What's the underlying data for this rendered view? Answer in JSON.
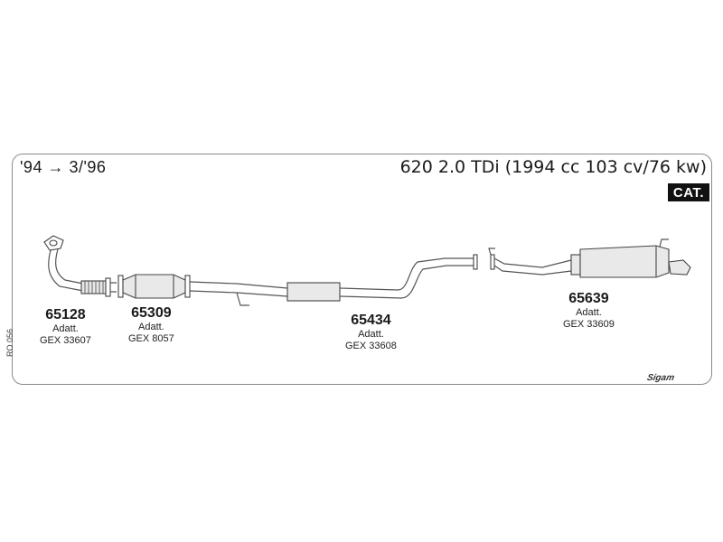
{
  "header": {
    "date_range": "'94 → 3/'96",
    "model": "620 2.0 TDi (1994 cc 103 cv/76 kw)",
    "cat_badge": "CAT."
  },
  "parts": [
    {
      "number": "65128",
      "note": "Adatt.",
      "ref": "GEX 33607"
    },
    {
      "number": "65309",
      "note": "Adatt.",
      "ref": "GEX 8057"
    },
    {
      "number": "65434",
      "note": "Adatt.",
      "ref": "GEX 33608"
    },
    {
      "number": "65639",
      "note": "Adatt.",
      "ref": "GEX 33609"
    }
  ],
  "side_code": "RO 056",
  "brand": "Sigam"
}
